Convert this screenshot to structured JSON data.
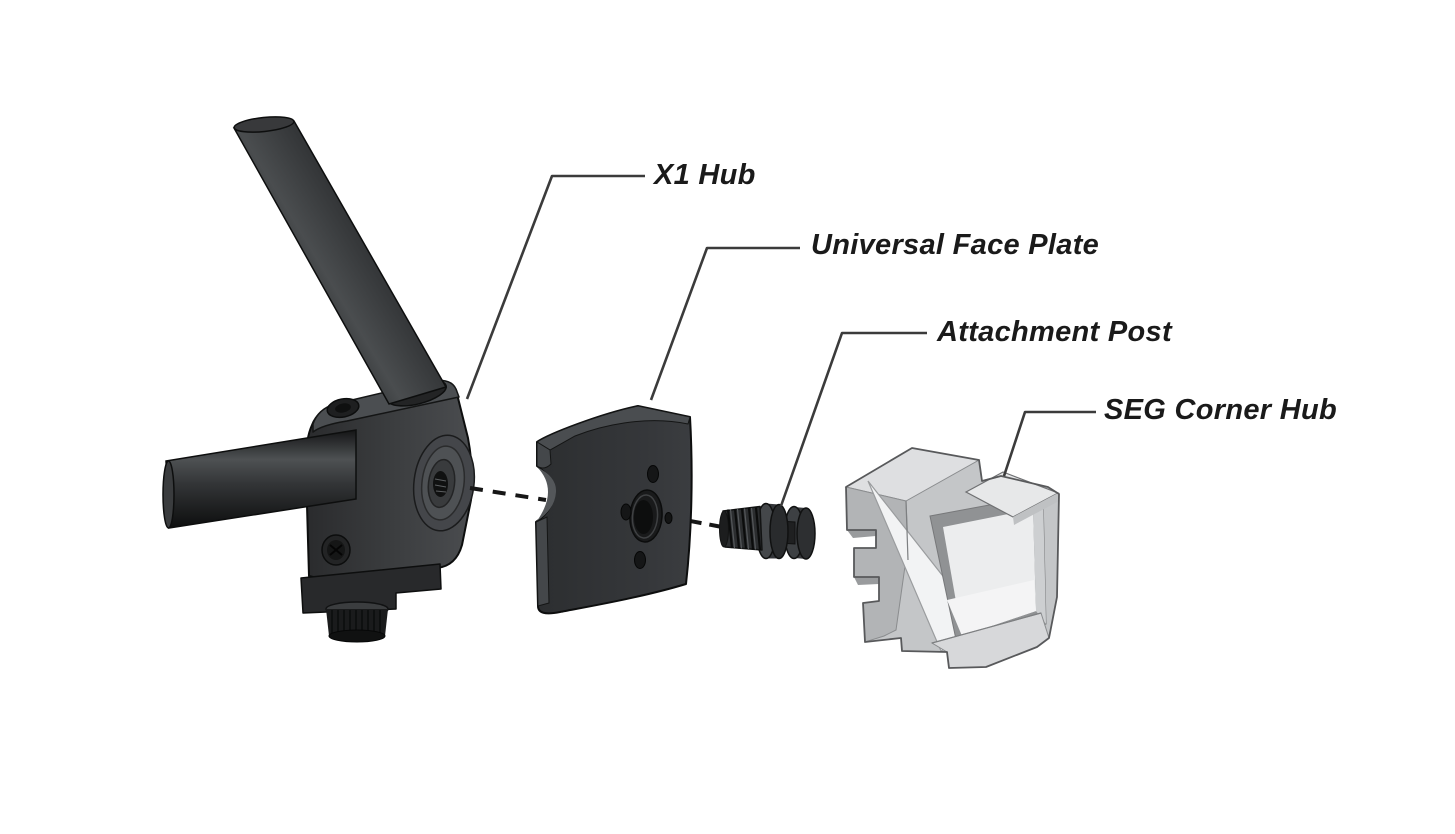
{
  "page": {
    "background_color": "#ffffff"
  },
  "diagram": {
    "label_text_color": "#1a1a1a",
    "leader_line_color": "#3b3b3b",
    "dark_component_color": "#313335",
    "light_component_color": "#c4c6c8",
    "parts": [
      {
        "id": "x1-hub",
        "label": "X1 Hub"
      },
      {
        "id": "universal-face-plate",
        "label": "Universal Face Plate"
      },
      {
        "id": "attachment-post",
        "label": "Attachment Post"
      },
      {
        "id": "seg-corner-hub",
        "label": "SEG Corner Hub"
      }
    ]
  }
}
